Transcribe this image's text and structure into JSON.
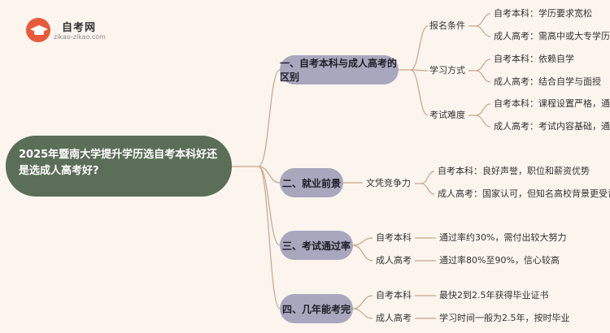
{
  "logo": {
    "title": "自考网",
    "subtitle": "zikao-zikao.com"
  },
  "root": {
    "title": "2025年暨南大学提升学历选自考本科好还是选成人高考好?"
  },
  "branches": [
    {
      "title": "一、自考本科与成人高考的区别",
      "groups": [
        {
          "label": "报名条件",
          "leaves": [
            "自考本科：学历要求宽松",
            "成人高考：需高中或大专学历"
          ]
        },
        {
          "label": "学习方式",
          "leaves": [
            "自考本科：依赖自学",
            "成人高考：结合自学与面授"
          ]
        },
        {
          "label": "考试难度",
          "leaves": [
            "自考本科：课程设置严格，通过率低",
            "成人高考：考试内容基础，通过率高"
          ]
        }
      ]
    },
    {
      "title": "二、就业前景",
      "groups": [
        {
          "label": "文凭竞争力",
          "leaves": [
            "自考本科：良好声誉，职位和薪资优势",
            "成人高考：国家认可，但知名高校背景更受青睐"
          ]
        }
      ]
    },
    {
      "title": "三、考试通过率",
      "groups": [
        {
          "label": "自考本科",
          "leaves": [
            "通过率约30%，需付出较大努力"
          ]
        },
        {
          "label": "成人高考",
          "leaves": [
            "通过率80%至90%，信心较高"
          ]
        }
      ]
    },
    {
      "title": "四、几年能考完",
      "groups": [
        {
          "label": "自考本科",
          "leaves": [
            "最快2到2.5年获得毕业证书"
          ]
        },
        {
          "label": "成人高考",
          "leaves": [
            "学习时间一般为2.5年，按时毕业"
          ]
        }
      ]
    }
  ],
  "colors": {
    "root": "#5b6e58",
    "branch": "#a9a7bd",
    "line": "#c9a48a",
    "background": "#fbf5ee"
  }
}
